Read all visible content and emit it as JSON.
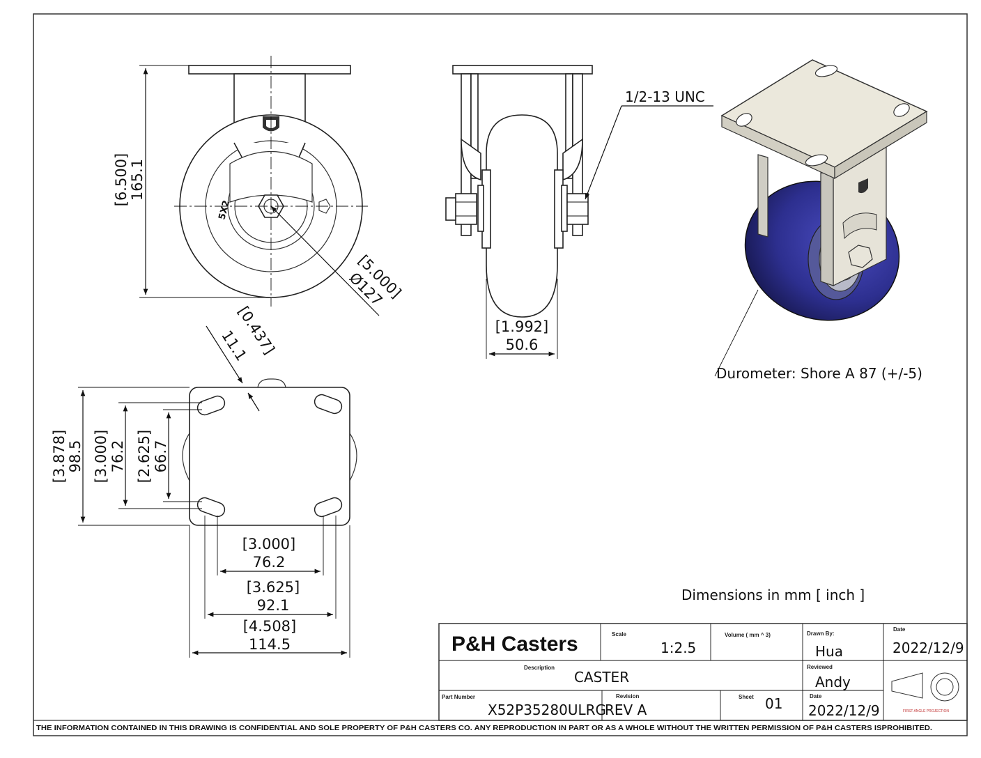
{
  "company": "P&H Casters",
  "title_block": {
    "scale_label": "Scale",
    "scale_value": "1:2.5",
    "volume_label": "Volume ( mm ^ 3)",
    "volume_value": "",
    "drawn_label": "Drawn By:",
    "drawn_value": "Hua",
    "date_label": "Date",
    "date_value": "2022/12/9",
    "description_label": "Description",
    "description_value": "CASTER",
    "reviewed_label": "Reviewed",
    "reviewed_value": "Andy",
    "part_label": "Part Number",
    "part_value": "X52P35280ULRG",
    "revision_label": "Revision",
    "revision_value": "REV A",
    "sheet_label": "Sheet",
    "sheet_value": "01",
    "date2_label": "Date",
    "date2_value": "2022/12/9",
    "projection_label": "FIRST ANGLE PROJECTION"
  },
  "units_note": "Dimensions in mm [ inch ]",
  "durometer_note": "Durometer: Shore A 87 (+/-5)",
  "thread_note": "1/2-13 UNC",
  "wheel_marking": "5X2",
  "footer": "THE INFORMATION CONTAINED IN THIS DRAWING IS CONFIDENTIAL AND SOLE PROPERTY OF P&H CASTERS CO.  ANY REPRODUCTION IN PART OR AS A WHOLE WITHOUT THE WRITTEN PERMISSION OF P&H CASTERS ISPROHIBITED.",
  "dimensions": {
    "height_in": "[6.500]",
    "height_mm": "165.1",
    "wheel_dia_in": "[5.000]",
    "wheel_dia_mm": "Ø127",
    "width_in": "[1.992]",
    "width_mm": "50.6",
    "slot_in": "[0.437]",
    "slot_mm": "11.1",
    "plate_h_in": "[3.878]",
    "plate_h_mm": "98.5",
    "hole_h1_in": "[3.000]",
    "hole_h1_mm": "76.2",
    "hole_h2_in": "[2.625]",
    "hole_h2_mm": "66.7",
    "hole_w1_in": "[3.000]",
    "hole_w1_mm": "76.2",
    "hole_w2_in": "[3.625]",
    "hole_w2_mm": "92.1",
    "plate_w_in": "[4.508]",
    "plate_w_mm": "114.5"
  },
  "colors": {
    "wheel": "#2d2f8f",
    "wheel_dark": "#1c1d5e",
    "plate": "#ebe8dc",
    "projection_red": "#c03030"
  }
}
